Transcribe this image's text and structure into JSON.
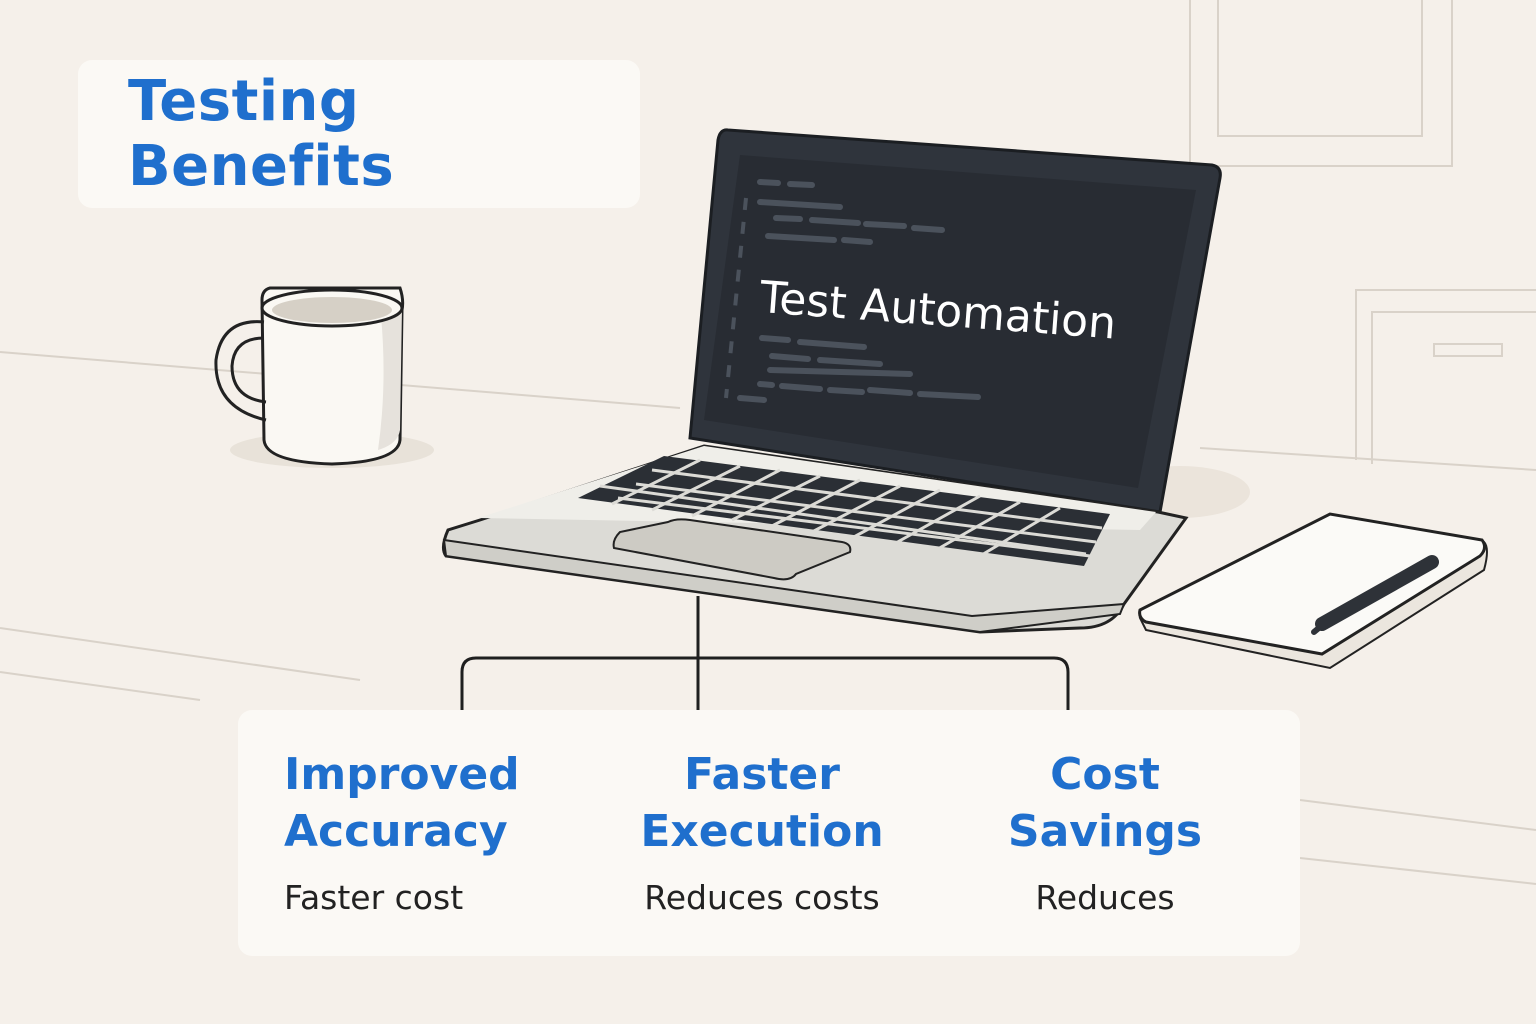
{
  "title": "Testing Benefits",
  "laptop_screen_text": "Test Automation",
  "benefits": [
    {
      "title_line1": "Improved",
      "title_line2": "Accuracy",
      "description": "Faster cost"
    },
    {
      "title_line1": "Faster",
      "title_line2": "Execution",
      "description": "Reduces costs"
    },
    {
      "title_line1": "Cost",
      "title_line2": "Savings",
      "description": "Reduces"
    }
  ],
  "colors": {
    "background": "#f5f0ea",
    "accent_blue": "#1f6fcd",
    "screen": "#2b3038",
    "card": "#fbf9f5"
  },
  "icons": [
    "coffee-mug-icon",
    "laptop-icon",
    "notebook-icon",
    "pen-icon"
  ]
}
